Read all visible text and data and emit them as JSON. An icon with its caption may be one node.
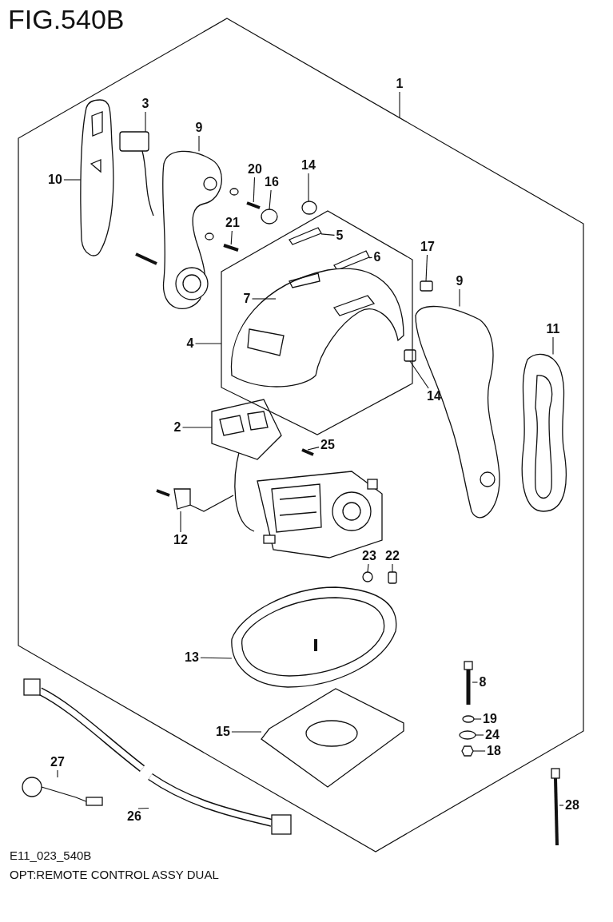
{
  "diagram": {
    "title": "FIG.540B",
    "nodes": [
      {
        "text": [],
        "shape": "hexagon"
      },
      {
        "text": [
          "1"
        ]
      },
      {
        "text": [
          "3"
        ],
        "in": 0
      },
      {
        "text": [
          "9"
        ],
        "in": 0
      },
      {
        "text": [
          "10"
        ],
        "in": 0
      },
      {
        "text": [
          "20"
        ],
        "in": 0
      },
      {
        "text": [
          "16"
        ],
        "in": 0
      },
      {
        "text": [
          "14"
        ],
        "in": 0
      },
      {
        "text": [
          "21"
        ],
        "in": 0
      },
      {
        "text": [],
        "shape": "hexagon",
        "in": 0
      },
      {
        "text": [
          "5"
        ],
        "in": 9
      },
      {
        "text": [
          "6"
        ],
        "in": 9
      },
      {
        "text": [
          "17"
        ],
        "in": 0
      },
      {
        "text": [
          "9"
        ],
        "in": 0
      },
      {
        "text": [
          "7"
        ],
        "in": 9
      },
      {
        "text": [
          "4"
        ],
        "in": 0
      },
      {
        "text": [
          "11"
        ],
        "in": 0
      },
      {
        "text": [
          "14"
        ],
        "in": 0
      },
      {
        "text": [
          "2"
        ],
        "in": 0
      },
      {
        "text": [
          "25"
        ],
        "in": 0
      },
      {
        "text": [
          "12"
        ],
        "in": 0
      },
      {
        "text": [
          "23"
        ],
        "in": 0
      },
      {
        "text": [
          "22"
        ],
        "in": 0
      },
      {
        "text": [
          "13"
        ],
        "in": 0
      },
      {
        "text": [
          "8"
        ],
        "in": 0
      },
      {
        "text": [
          "19"
        ],
        "in": 0
      },
      {
        "text": [
          "24"
        ],
        "in": 0
      },
      {
        "text": [
          "18"
        ],
        "in": 0
      },
      {
        "text": [
          "15"
        ],
        "in": 0
      },
      {
        "text": [
          "27"
        ]
      },
      {
        "text": [
          "26"
        ]
      },
      {
        "text": [
          "28"
        ]
      },
      {
        "text": [],
        "shape": "picture",
        "in": 0
      },
      {
        "text": [],
        "shape": "picture",
        "in": 0
      },
      {
        "text": [],
        "shape": "picture",
        "in": 0
      },
      {
        "text": [],
        "shape": "picture",
        "in": 0
      },
      {
        "text": [],
        "shape": "circle",
        "in": 0
      },
      {
        "text": [],
        "shape": "circle",
        "in": 0
      },
      {
        "text": [],
        "shape": "picture",
        "in": 0
      },
      {
        "text": [],
        "shape": "picture",
        "in": 9
      },
      {
        "text": [],
        "shape": "picture",
        "in": 9
      },
      {
        "text": [],
        "shape": "box",
        "in": 0
      },
      {
        "text": [],
        "shape": "picture",
        "in": 0
      },
      {
        "text": [],
        "shape": "picture",
        "in": 9
      },
      {
        "text": [],
        "shape": "picture",
        "in": 0
      },
      {
        "text": [],
        "shape": "box",
        "in": 0
      },
      {
        "text": [],
        "shape": "picture",
        "in": 0
      },
      {
        "text": [],
        "shape": "picture",
        "in": 0
      },
      {
        "text": [],
        "shape": "picture",
        "in": 0
      },
      {
        "text": [],
        "shape": "circle",
        "in": 0
      },
      {
        "text": [],
        "shape": "box",
        "in": 0
      },
      {
        "text": [],
        "shape": "picture",
        "in": 0
      },
      {
        "text": [],
        "shape": "picture",
        "in": 0
      },
      {
        "text": [],
        "shape": "picture",
        "in": 0
      },
      {
        "text": [],
        "shape": "picture",
        "in": 0
      },
      {
        "text": [],
        "shape": "picture",
        "in": 0
      },
      {
        "text": [],
        "shape": "picture",
        "in": 0
      },
      {
        "text": [],
        "shape": "picture"
      },
      {
        "text": [],
        "shape": "picture"
      },
      {
        "text": [],
        "shape": "picture"
      },
      {
        "text": [],
        "shape": "picture",
        "in": 0
      }
    ],
    "edges": [
      {
        "from": 1,
        "to": 0,
        "arrow": "none"
      },
      {
        "from": 2,
        "to": 33,
        "arrow": "none"
      },
      {
        "from": 3,
        "to": 34,
        "arrow": "none"
      },
      {
        "from": 4,
        "to": 32,
        "arrow": "none"
      },
      {
        "from": 5,
        "to": 35,
        "arrow": "none"
      },
      {
        "from": 6,
        "to": 36,
        "arrow": "none"
      },
      {
        "from": 7,
        "to": 37,
        "arrow": "none"
      },
      {
        "from": 8,
        "to": 38,
        "arrow": "none"
      },
      {
        "from": 10,
        "to": 39,
        "arrow": "none"
      },
      {
        "from": 11,
        "to": 40,
        "arrow": "none"
      },
      {
        "from": 12,
        "to": 41,
        "arrow": "none"
      },
      {
        "from": 13,
        "to": 42,
        "arrow": "none"
      },
      {
        "from": 14,
        "to": 43,
        "arrow": "none"
      },
      {
        "from": 15,
        "to": 9,
        "arrow": "none"
      },
      {
        "from": 16,
        "to": 44,
        "arrow": "none"
      },
      {
        "from": 17,
        "to": 45,
        "arrow": "none"
      },
      {
        "from": 18,
        "to": 46,
        "arrow": "none"
      },
      {
        "from": 19,
        "to": 47,
        "arrow": "none"
      },
      {
        "from": 20,
        "to": 48,
        "arrow": "none"
      },
      {
        "from": 21,
        "to": 49,
        "arrow": "none"
      },
      {
        "from": 22,
        "to": 50,
        "arrow": "none"
      },
      {
        "from": 23,
        "to": 51,
        "arrow": "none"
      },
      {
        "from": 24,
        "to": 52,
        "arrow": "none"
      },
      {
        "from": 25,
        "to": 53,
        "arrow": "none"
      },
      {
        "from": 26,
        "to": 54,
        "arrow": "none"
      },
      {
        "from": 27,
        "to": 55,
        "arrow": "none"
      },
      {
        "from": 28,
        "to": 56,
        "arrow": "none"
      },
      {
        "from": 29,
        "to": 57,
        "arrow": "none"
      },
      {
        "from": 30,
        "to": 58,
        "arrow": "none"
      },
      {
        "from": 31,
        "to": 59,
        "arrow": "none"
      }
    ],
    "labels": [
      "E11_023_540B",
      "OPT:REMOTE CONTROL ASSY DUAL"
    ]
  }
}
